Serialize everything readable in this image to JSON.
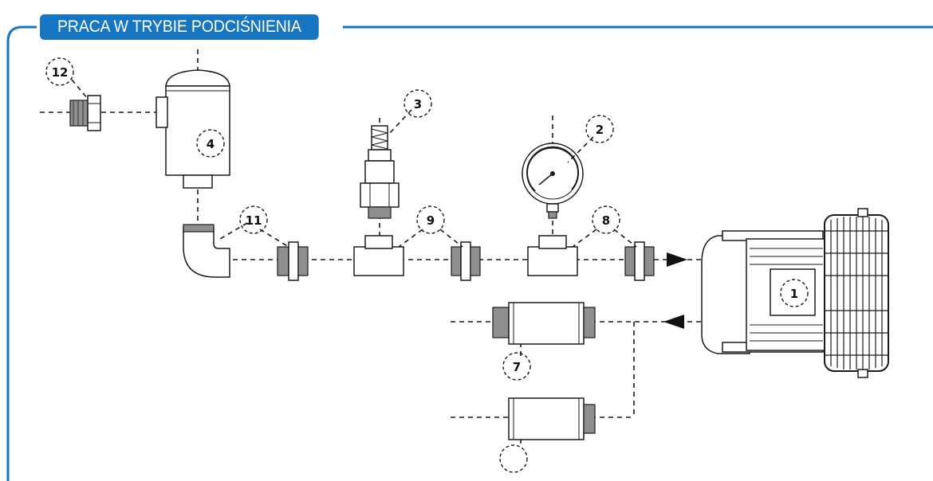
{
  "title": "PRACA W TRYBIE PODCIŚNIENIA",
  "frame_color": "#1676c2",
  "callouts": [
    {
      "id": "callout-12",
      "label": "12"
    },
    {
      "id": "callout-4",
      "label": "4"
    },
    {
      "id": "callout-3",
      "label": "3"
    },
    {
      "id": "callout-2",
      "label": "2"
    },
    {
      "id": "callout-11",
      "label": "11"
    },
    {
      "id": "callout-9",
      "label": "9"
    },
    {
      "id": "callout-8",
      "label": "8"
    },
    {
      "id": "callout-1",
      "label": "1"
    },
    {
      "id": "callout-7",
      "label": "7"
    },
    {
      "id": "callout-blank",
      "label": ""
    }
  ]
}
